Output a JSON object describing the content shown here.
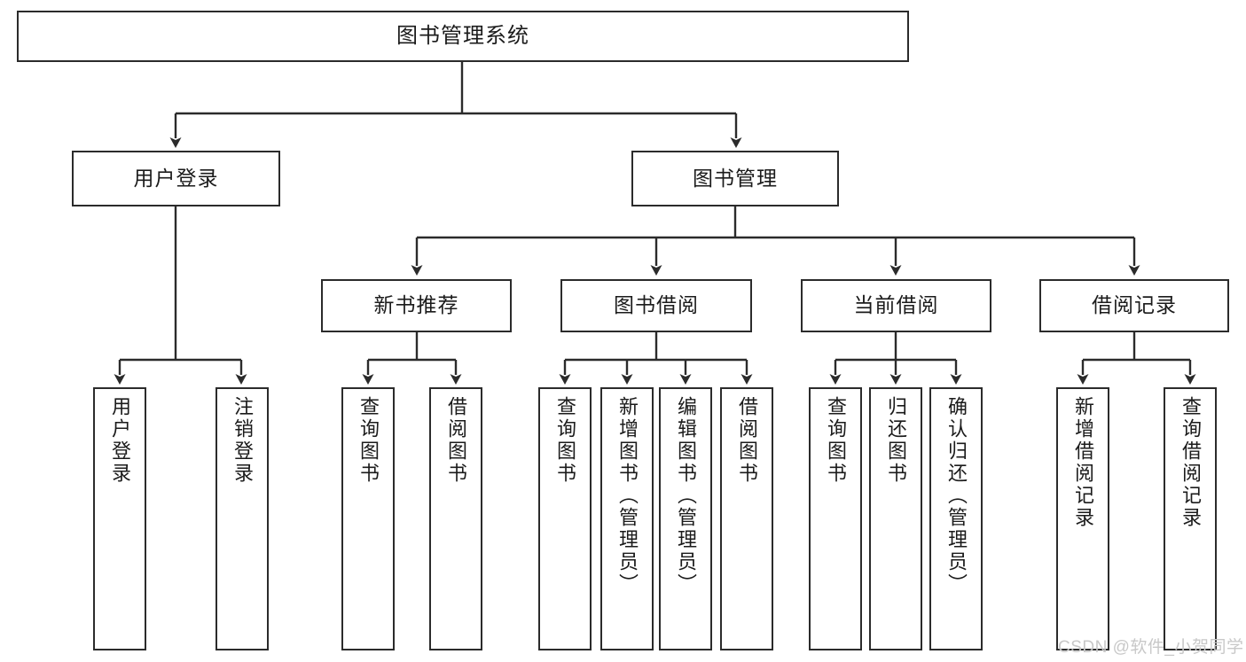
{
  "diagram": {
    "title": "图书管理系统",
    "type": "function-structure-tree",
    "levels": 4,
    "nodes": {
      "root": {
        "label": "图书管理系统"
      },
      "level2": [
        {
          "id": "user-login",
          "label": "用户登录"
        },
        {
          "id": "book-management",
          "label": "图书管理"
        }
      ],
      "level3": [
        {
          "id": "new-book-recommend",
          "label": "新书推荐"
        },
        {
          "id": "book-borrow",
          "label": "图书借阅"
        },
        {
          "id": "current-borrow",
          "label": "当前借阅"
        },
        {
          "id": "borrow-record",
          "label": "借阅记录"
        }
      ],
      "leaves": {
        "user-login": [
          {
            "id": "leaf-user-login",
            "label": "用户登录"
          },
          {
            "id": "leaf-user-logout",
            "label": "注销登录"
          }
        ],
        "new-book-recommend": [
          {
            "id": "leaf-query-book-1",
            "label": "查询图书"
          },
          {
            "id": "leaf-borrow-book-1",
            "label": "借阅图书"
          }
        ],
        "book-borrow": [
          {
            "id": "leaf-query-book-2",
            "label": "查询图书"
          },
          {
            "id": "leaf-add-book",
            "label": "新增图书（管理员）"
          },
          {
            "id": "leaf-edit-book",
            "label": "编辑图书（管理员）"
          },
          {
            "id": "leaf-borrow-book-2",
            "label": "借阅图书"
          }
        ],
        "current-borrow": [
          {
            "id": "leaf-query-book-3",
            "label": "查询图书"
          },
          {
            "id": "leaf-return-book",
            "label": "归还图书"
          },
          {
            "id": "leaf-confirm-return",
            "label": "确认归还（管理员）"
          }
        ],
        "borrow-record": [
          {
            "id": "leaf-add-record",
            "label": "新增借阅记录"
          },
          {
            "id": "leaf-query-record",
            "label": "查询借阅记录"
          }
        ]
      }
    },
    "colors": {
      "border": "#2b2b2b",
      "background": "#ffffff",
      "text": "#1b1b1b",
      "watermark": "#c8c8c8"
    }
  },
  "watermark": {
    "text": "CSDN @软件_小贺同学"
  }
}
